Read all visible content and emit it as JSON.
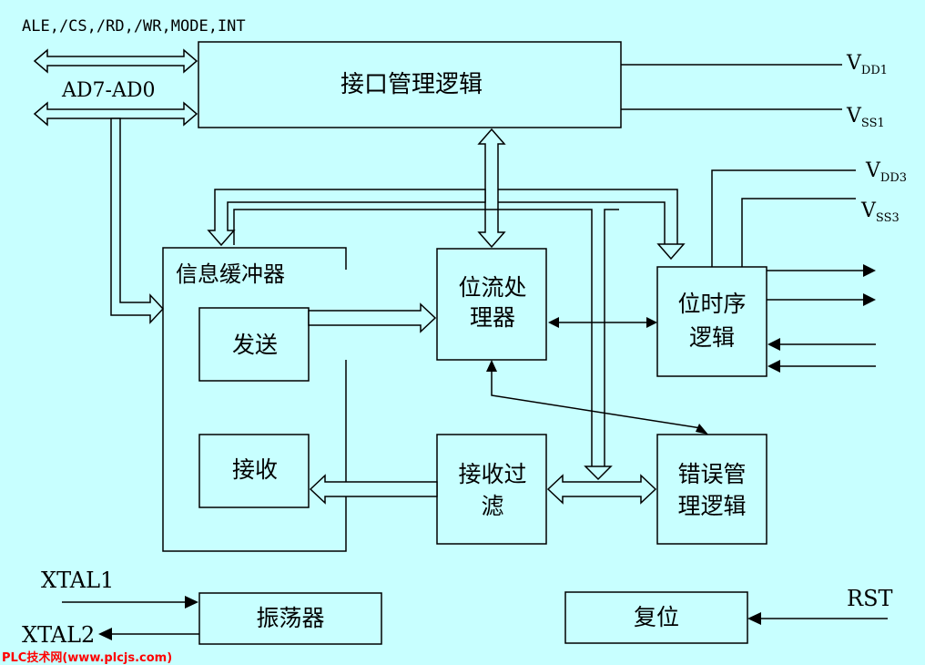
{
  "signals": {
    "top_bus": "ALE,/CS,/RD,/WR,MODE,INT",
    "addr_bus": "AD7-AD0",
    "xtal1": "XTAL1",
    "xtal2": "XTAL2",
    "rst": "RST"
  },
  "power": {
    "vdd1": {
      "v": "V",
      "sub": "DD1"
    },
    "vss1": {
      "v": "V",
      "sub": "SS1"
    },
    "vdd3": {
      "v": "V",
      "sub": "DD3"
    },
    "vss3": {
      "v": "V",
      "sub": "SS3"
    }
  },
  "blocks": {
    "interface_logic": "接口管理逻辑",
    "msg_buffer": "信息缓冲器",
    "send": "发送",
    "receive": "接收",
    "bitstream_1": "位流处",
    "bitstream_2": "理器",
    "bit_timing_1": "位时序",
    "bit_timing_2": "逻辑",
    "rx_filter_1": "接收过",
    "rx_filter_2": "滤",
    "error_mgmt_1": "错误管",
    "error_mgmt_2": "理逻辑",
    "oscillator": "振荡器",
    "reset": "复位"
  },
  "watermark": "PLC技术网(www.plcjs.com)",
  "colors": {
    "background": "#c8ffff",
    "line": "#000000",
    "watermark": "#ff0000"
  }
}
